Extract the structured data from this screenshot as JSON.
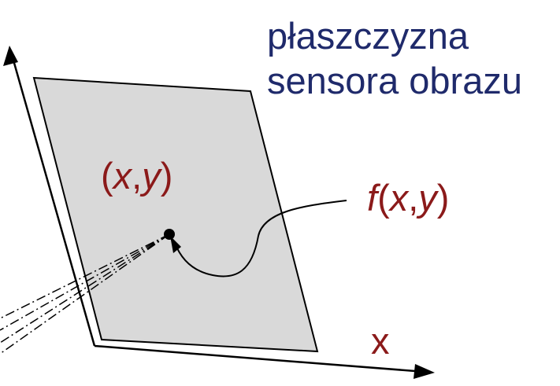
{
  "title": {
    "line1": "płaszczyzna",
    "line2": "sensora obrazu"
  },
  "point_label": {
    "open": "(",
    "x": "x",
    "comma": ",",
    "y": "y",
    "close": ")"
  },
  "function_label": {
    "f": "f",
    "open": "(",
    "x": "x",
    "comma": ",",
    "y": "y",
    "close": ")"
  },
  "axis_label": "x",
  "colors": {
    "title": "#1f2a6b",
    "labels": "#8b1a1a",
    "plane_fill": "#d9d9d9",
    "lines": "#000000"
  }
}
